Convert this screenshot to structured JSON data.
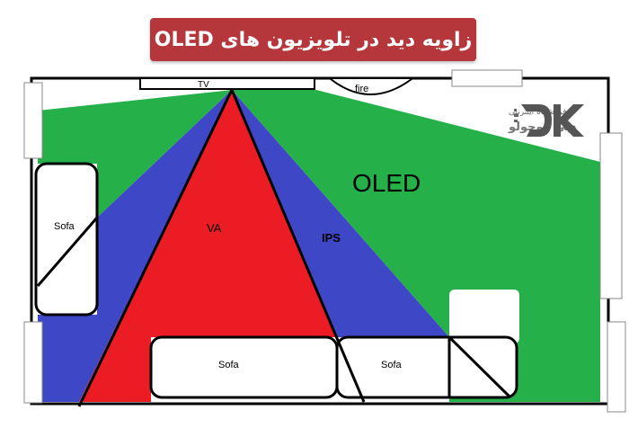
{
  "title": "زاویه دید در تلویزیون های  OLED",
  "labels": {
    "tv": "TV",
    "fire": "fire",
    "oled": "OLED",
    "ips": "IPS",
    "va": "VA",
    "sofa_left": "Sofa",
    "sofa_bottom_middle": "Sofa",
    "sofa_bottom_right": "Sofa"
  },
  "logo": {
    "text_line1": "فروشگاه اینترنتی",
    "text_line2": "دبی کوچولو",
    "mark": "DK"
  },
  "colors": {
    "title_bg": "#b5373c",
    "oled_zone": "#26b04a",
    "ips_zone": "#3e47c6",
    "va_zone": "#ec1c24",
    "room_outline": "#000000"
  }
}
